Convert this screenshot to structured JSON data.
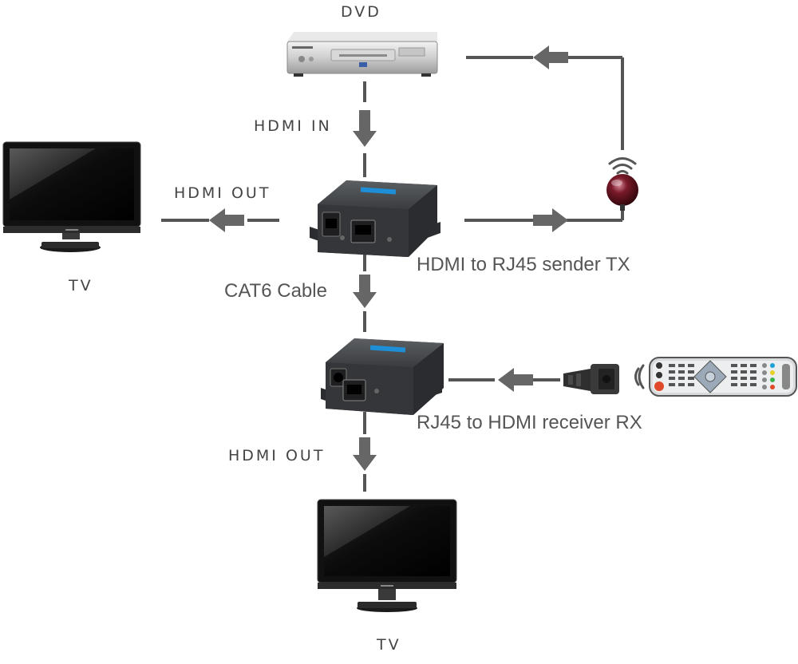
{
  "labels": {
    "dvd": "DVD",
    "hdmi_in": "HDMI IN",
    "hdmi_out_left": "HDMI OUT",
    "tv_left": "TV",
    "sender": "HDMI to RJ45 sender TX",
    "cable": "CAT6 Cable",
    "receiver": "RJ45 to HDMI receiver RX",
    "hdmi_out_bottom": "HDMI OUT",
    "tv_bottom": "TV"
  },
  "colors": {
    "line": "#555555",
    "label": "#444444",
    "device_body": "#3e4043",
    "accent_blue": "#1e8fd6",
    "ir_sensor_red": "#7a1a2a"
  },
  "icons": [
    "dvd-player-icon",
    "tv-icon",
    "hdmi-extender-icon",
    "ir-sensor-icon",
    "ir-emitter-icon",
    "remote-control-icon",
    "wifi-signal-icon"
  ]
}
